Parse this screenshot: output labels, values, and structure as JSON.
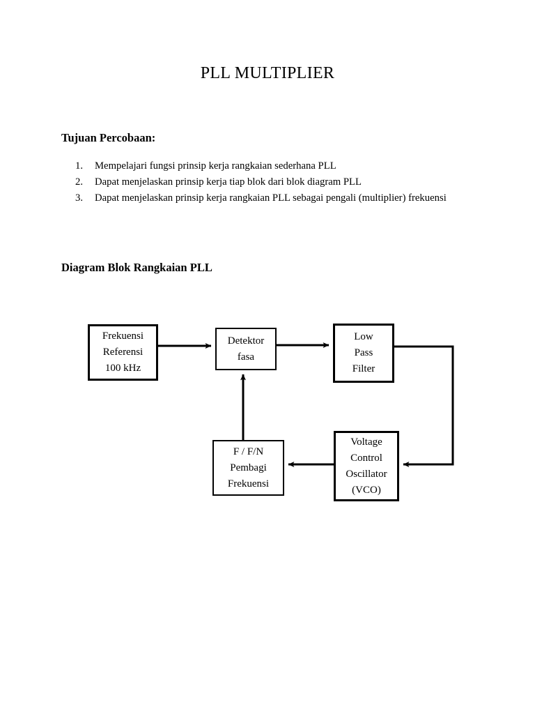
{
  "document": {
    "title": "PLL MULTIPLIER",
    "objectives": {
      "heading": "Tujuan Percobaan:",
      "items": [
        {
          "marker": "1.",
          "text": "Mempelajari fungsi prinsip kerja rangkaian sederhana PLL"
        },
        {
          "marker": "2.",
          "text": "Dapat menjelaskan prinsip kerja tiap blok dari blok diagram PLL"
        },
        {
          "marker": "3.",
          "text": "Dapat menjelaskan prinsip kerja rangkaian PLL sebagai pengali (multiplier) frekuensi"
        }
      ]
    },
    "diagram_section": {
      "heading": "Diagram Blok Rangkaian PLL",
      "blocks": {
        "reference": {
          "lines": [
            "Frekuensi",
            "Referensi",
            "100 kHz"
          ]
        },
        "detector": {
          "lines": [
            "Detektor",
            "fasa"
          ]
        },
        "lpf": {
          "lines": [
            "Low",
            "Pass",
            "Filter"
          ]
        },
        "vco": {
          "lines": [
            "Voltage",
            "Control",
            "Oscillator",
            "(VCO)"
          ]
        },
        "divider": {
          "lines": [
            "F / F/N",
            "Pembagi",
            "Frekuensi"
          ]
        }
      },
      "connections": [
        {
          "name": "reference-to-detector",
          "from": "reference",
          "to": "detector"
        },
        {
          "name": "detector-to-lpf",
          "from": "detector",
          "to": "lpf"
        },
        {
          "name": "lpf-to-vco",
          "from": "lpf",
          "to": "vco"
        },
        {
          "name": "vco-to-divider",
          "from": "vco",
          "to": "divider"
        },
        {
          "name": "divider-to-detector",
          "from": "divider",
          "to": "detector"
        }
      ],
      "colors": {
        "line": "#000000",
        "block_border": "#000000",
        "page_background": "#ffffff"
      }
    }
  }
}
